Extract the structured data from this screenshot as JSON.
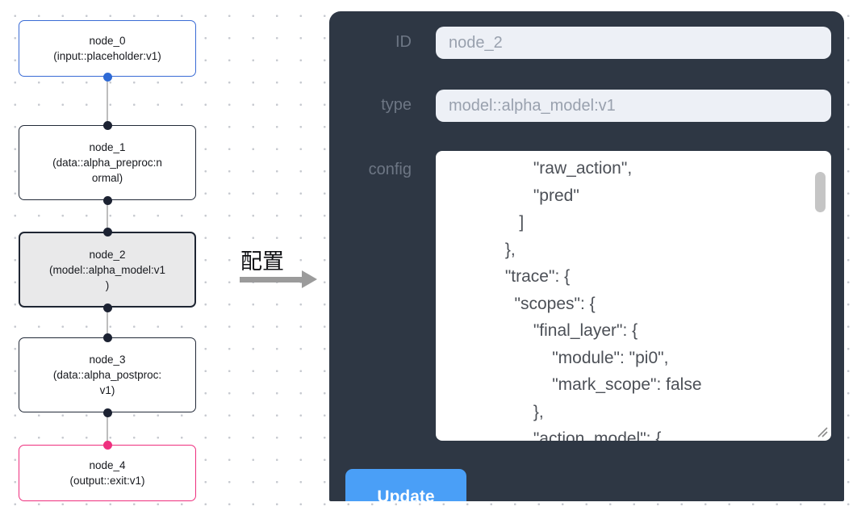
{
  "canvas": {
    "nodes": [
      {
        "label": "node_0\n(input::placeholder:v1)",
        "kind": "input"
      },
      {
        "label": "node_1\n(data::alpha_preproc:n\normal)",
        "kind": "default"
      },
      {
        "label": "node_2\n(model::alpha_model:v1\n)",
        "kind": "selected"
      },
      {
        "label": "node_3\n(data::alpha_postproc:\nv1)",
        "kind": "default"
      },
      {
        "label": "node_4\n(output::exit:v1)",
        "kind": "output"
      }
    ],
    "colors": {
      "input_border": "#3a6bd5",
      "default_border": "#222a38",
      "output_border": "#ee2f7e",
      "selected_bg": "#e9e9ea",
      "edge": "#bdbdbd",
      "port_dark": "#1c2232",
      "port_blue": "#2e6ad6",
      "port_pink": "#ee2f7e",
      "dot": "#c7cad0"
    }
  },
  "relay": {
    "label": "配置",
    "arrow_color": "#9b9b9b"
  },
  "panel": {
    "bg": "#2e3744",
    "accent": "#4a9ff7",
    "fields": [
      {
        "label": "ID",
        "value": "node_2"
      },
      {
        "label": "type",
        "value": "model::alpha_model:v1"
      }
    ],
    "config_label": "config",
    "config_lines": [
      "                   \"raw_action\",",
      "                   \"pred\"",
      "                ]",
      "             },",
      "             \"trace\": {",
      "               \"scopes\": {",
      "                   \"final_layer\": {",
      "                       \"module\": \"pi0\",",
      "                       \"mark_scope\": false",
      "                   },",
      "                   \"action_model\": {"
    ],
    "update_label": "Update"
  }
}
